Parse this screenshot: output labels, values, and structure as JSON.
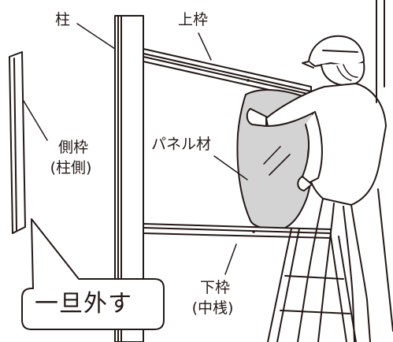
{
  "labels": {
    "pillar": "柱",
    "upper_frame": "上枠",
    "side_frame": "側枠",
    "side_frame_note": "(柱側)",
    "panel": "パネル材",
    "lower_frame": "下枠",
    "lower_frame_note": "(中桟)"
  },
  "callout": {
    "text": "一旦外す"
  },
  "colors": {
    "ink": "#231815",
    "panel_fill": "#d3d3d3",
    "background": "#ffffff"
  }
}
